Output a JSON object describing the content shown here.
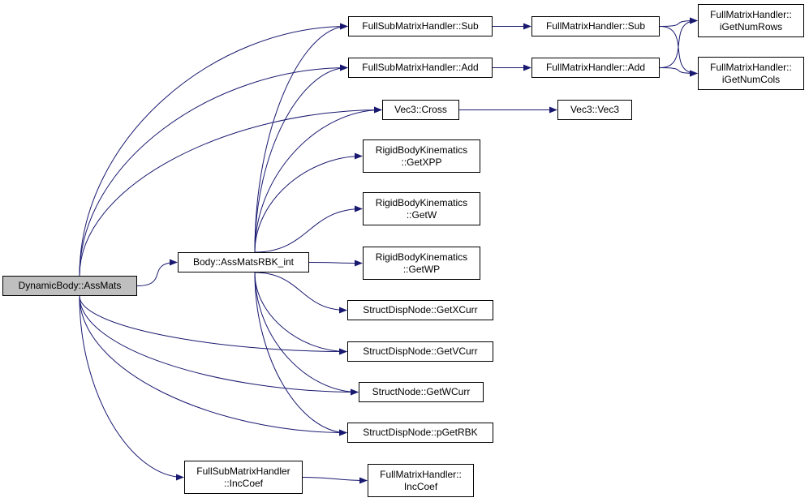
{
  "edge_color": "#191970",
  "root_fill": "#bfbfbf",
  "nodes": {
    "dynamic_body_assmats": {
      "lines": [
        "DynamicBody::AssMats"
      ]
    },
    "body_assmatsrbk_int": {
      "lines": [
        "Body::AssMatsRBK_int"
      ]
    },
    "fullsub_sub": {
      "lines": [
        "FullSubMatrixHandler::Sub"
      ]
    },
    "fullsub_add": {
      "lines": [
        "FullSubMatrixHandler::Add"
      ]
    },
    "fullsub_inccoef": {
      "lines": [
        "FullSubMatrixHandler",
        "::IncCoef"
      ]
    },
    "full_sub": {
      "lines": [
        "FullMatrixHandler::Sub"
      ]
    },
    "full_add": {
      "lines": [
        "FullMatrixHandler::Add"
      ]
    },
    "full_getnumrows": {
      "lines": [
        "FullMatrixHandler::",
        "iGetNumRows"
      ]
    },
    "full_getnumcols": {
      "lines": [
        "FullMatrixHandler::",
        "iGetNumCols"
      ]
    },
    "full_inccoef": {
      "lines": [
        "FullMatrixHandler::",
        "IncCoef"
      ]
    },
    "vec3_cross": {
      "lines": [
        "Vec3::Cross"
      ]
    },
    "vec3_vec3": {
      "lines": [
        "Vec3::Vec3"
      ]
    },
    "rbk_getxpp": {
      "lines": [
        "RigidBodyKinematics",
        "::GetXPP"
      ]
    },
    "rbk_getw": {
      "lines": [
        "RigidBodyKinematics",
        "::GetW"
      ]
    },
    "rbk_getwp": {
      "lines": [
        "RigidBodyKinematics",
        "::GetWP"
      ]
    },
    "sdn_getxcurr": {
      "lines": [
        "StructDispNode::GetXCurr"
      ]
    },
    "sdn_getvcurr": {
      "lines": [
        "StructDispNode::GetVCurr"
      ]
    },
    "sn_getwcurr": {
      "lines": [
        "StructNode::GetWCurr"
      ]
    },
    "sdn_pgetrbk": {
      "lines": [
        "StructDispNode::pGetRBK"
      ]
    }
  },
  "edges": [
    [
      "dynamic_body_assmats",
      "body_assmatsrbk_int"
    ],
    [
      "dynamic_body_assmats",
      "fullsub_sub"
    ],
    [
      "dynamic_body_assmats",
      "fullsub_add"
    ],
    [
      "dynamic_body_assmats",
      "vec3_cross"
    ],
    [
      "dynamic_body_assmats",
      "sdn_getvcurr"
    ],
    [
      "dynamic_body_assmats",
      "sn_getwcurr"
    ],
    [
      "dynamic_body_assmats",
      "sdn_pgetrbk"
    ],
    [
      "dynamic_body_assmats",
      "fullsub_inccoef"
    ],
    [
      "body_assmatsrbk_int",
      "fullsub_sub"
    ],
    [
      "body_assmatsrbk_int",
      "fullsub_add"
    ],
    [
      "body_assmatsrbk_int",
      "vec3_cross"
    ],
    [
      "body_assmatsrbk_int",
      "rbk_getxpp"
    ],
    [
      "body_assmatsrbk_int",
      "rbk_getw"
    ],
    [
      "body_assmatsrbk_int",
      "rbk_getwp"
    ],
    [
      "body_assmatsrbk_int",
      "sdn_getxcurr"
    ],
    [
      "body_assmatsrbk_int",
      "sdn_getvcurr"
    ],
    [
      "body_assmatsrbk_int",
      "sn_getwcurr"
    ],
    [
      "body_assmatsrbk_int",
      "sdn_pgetrbk"
    ],
    [
      "fullsub_sub",
      "full_sub"
    ],
    [
      "fullsub_add",
      "full_add"
    ],
    [
      "full_sub",
      "full_getnumrows"
    ],
    [
      "full_sub",
      "full_getnumcols"
    ],
    [
      "full_add",
      "full_getnumrows"
    ],
    [
      "full_add",
      "full_getnumcols"
    ],
    [
      "vec3_cross",
      "vec3_vec3"
    ],
    [
      "fullsub_inccoef",
      "full_inccoef"
    ]
  ]
}
